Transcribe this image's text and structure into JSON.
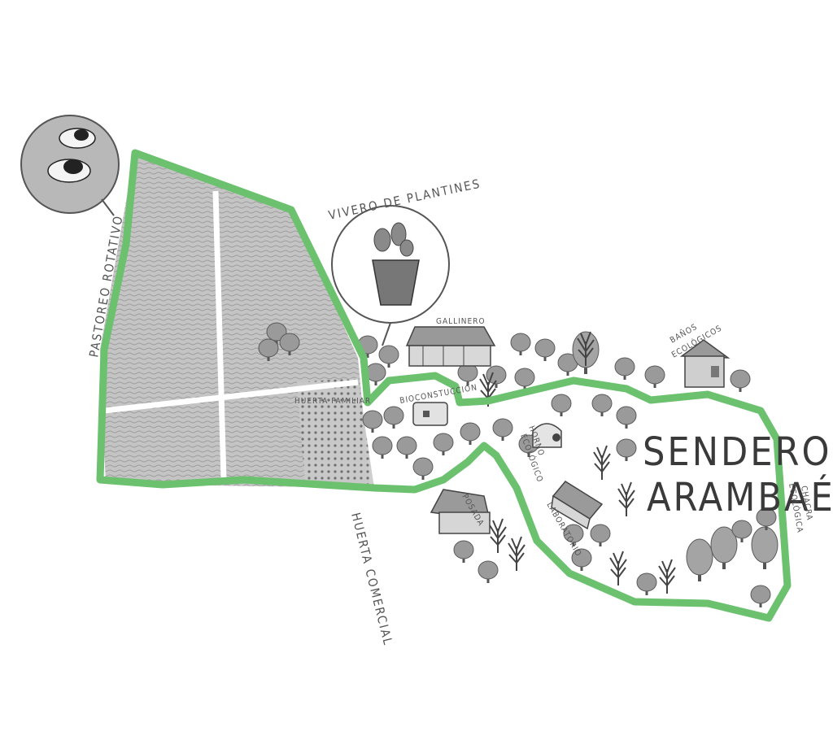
{
  "labels": {
    "pastoreo": "PASTOREO ROTATIVO",
    "vivero": "VIVERO DE PLANTINES",
    "gallinero": "GALLINERO",
    "huerta_familiar": "HUERTA FAMILIAR",
    "bioconstruccion": "BIOCONSTUCCIÓN",
    "banos_1": "BAÑOS",
    "banos_2": "ECOLÓGICOS",
    "horno_1": "HORNO",
    "horno_2": "ECOLÓGICO",
    "sendero_1": "SENDERO",
    "sendero_2": "ARAMBAÉ",
    "chacra_1": "CHACRA",
    "chacra_2": "ECOLÓGICA",
    "posada": "POSADA",
    "laboratorio": "LABORATORIO",
    "huerta_comercial": "HUERTA COMERCIAL"
  },
  "colors": {
    "boundary": "#6cc16f",
    "field": "#bdbdbd",
    "tree": "#8a8a8a",
    "ink": "#444444"
  },
  "icons": {
    "cows": "cow-icon",
    "plant": "potted-plant-icon",
    "buildings": "house-icon",
    "trees": "tree-icon"
  }
}
